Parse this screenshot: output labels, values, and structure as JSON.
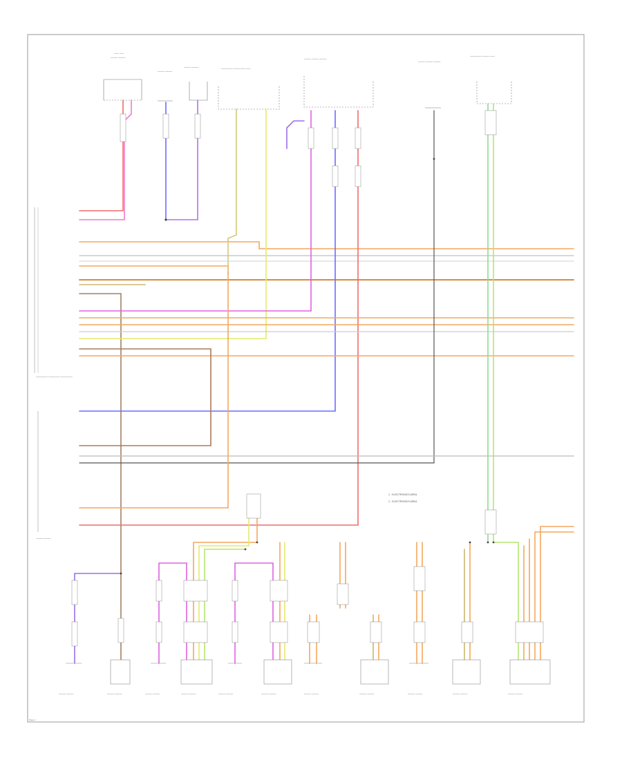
{
  "legend": {
    "note_1": "1 - ELECTRONICS AREA",
    "note_2": "2 - ELECTRONICS AREA"
  },
  "page_ref": "Page 1",
  "colors": {
    "red": "#f06a6a",
    "pink": "#f07ad0",
    "magenta": "#e060e0",
    "blue": "#6b6bff",
    "violet": "#9a6ee8",
    "orange": "#f5a65b",
    "yellow": "#e4ea6a",
    "lime": "#b4e66e",
    "green": "#8fdc8f",
    "brown": "#a07850",
    "gray": "#555555",
    "khaki": "#c9b86a"
  }
}
